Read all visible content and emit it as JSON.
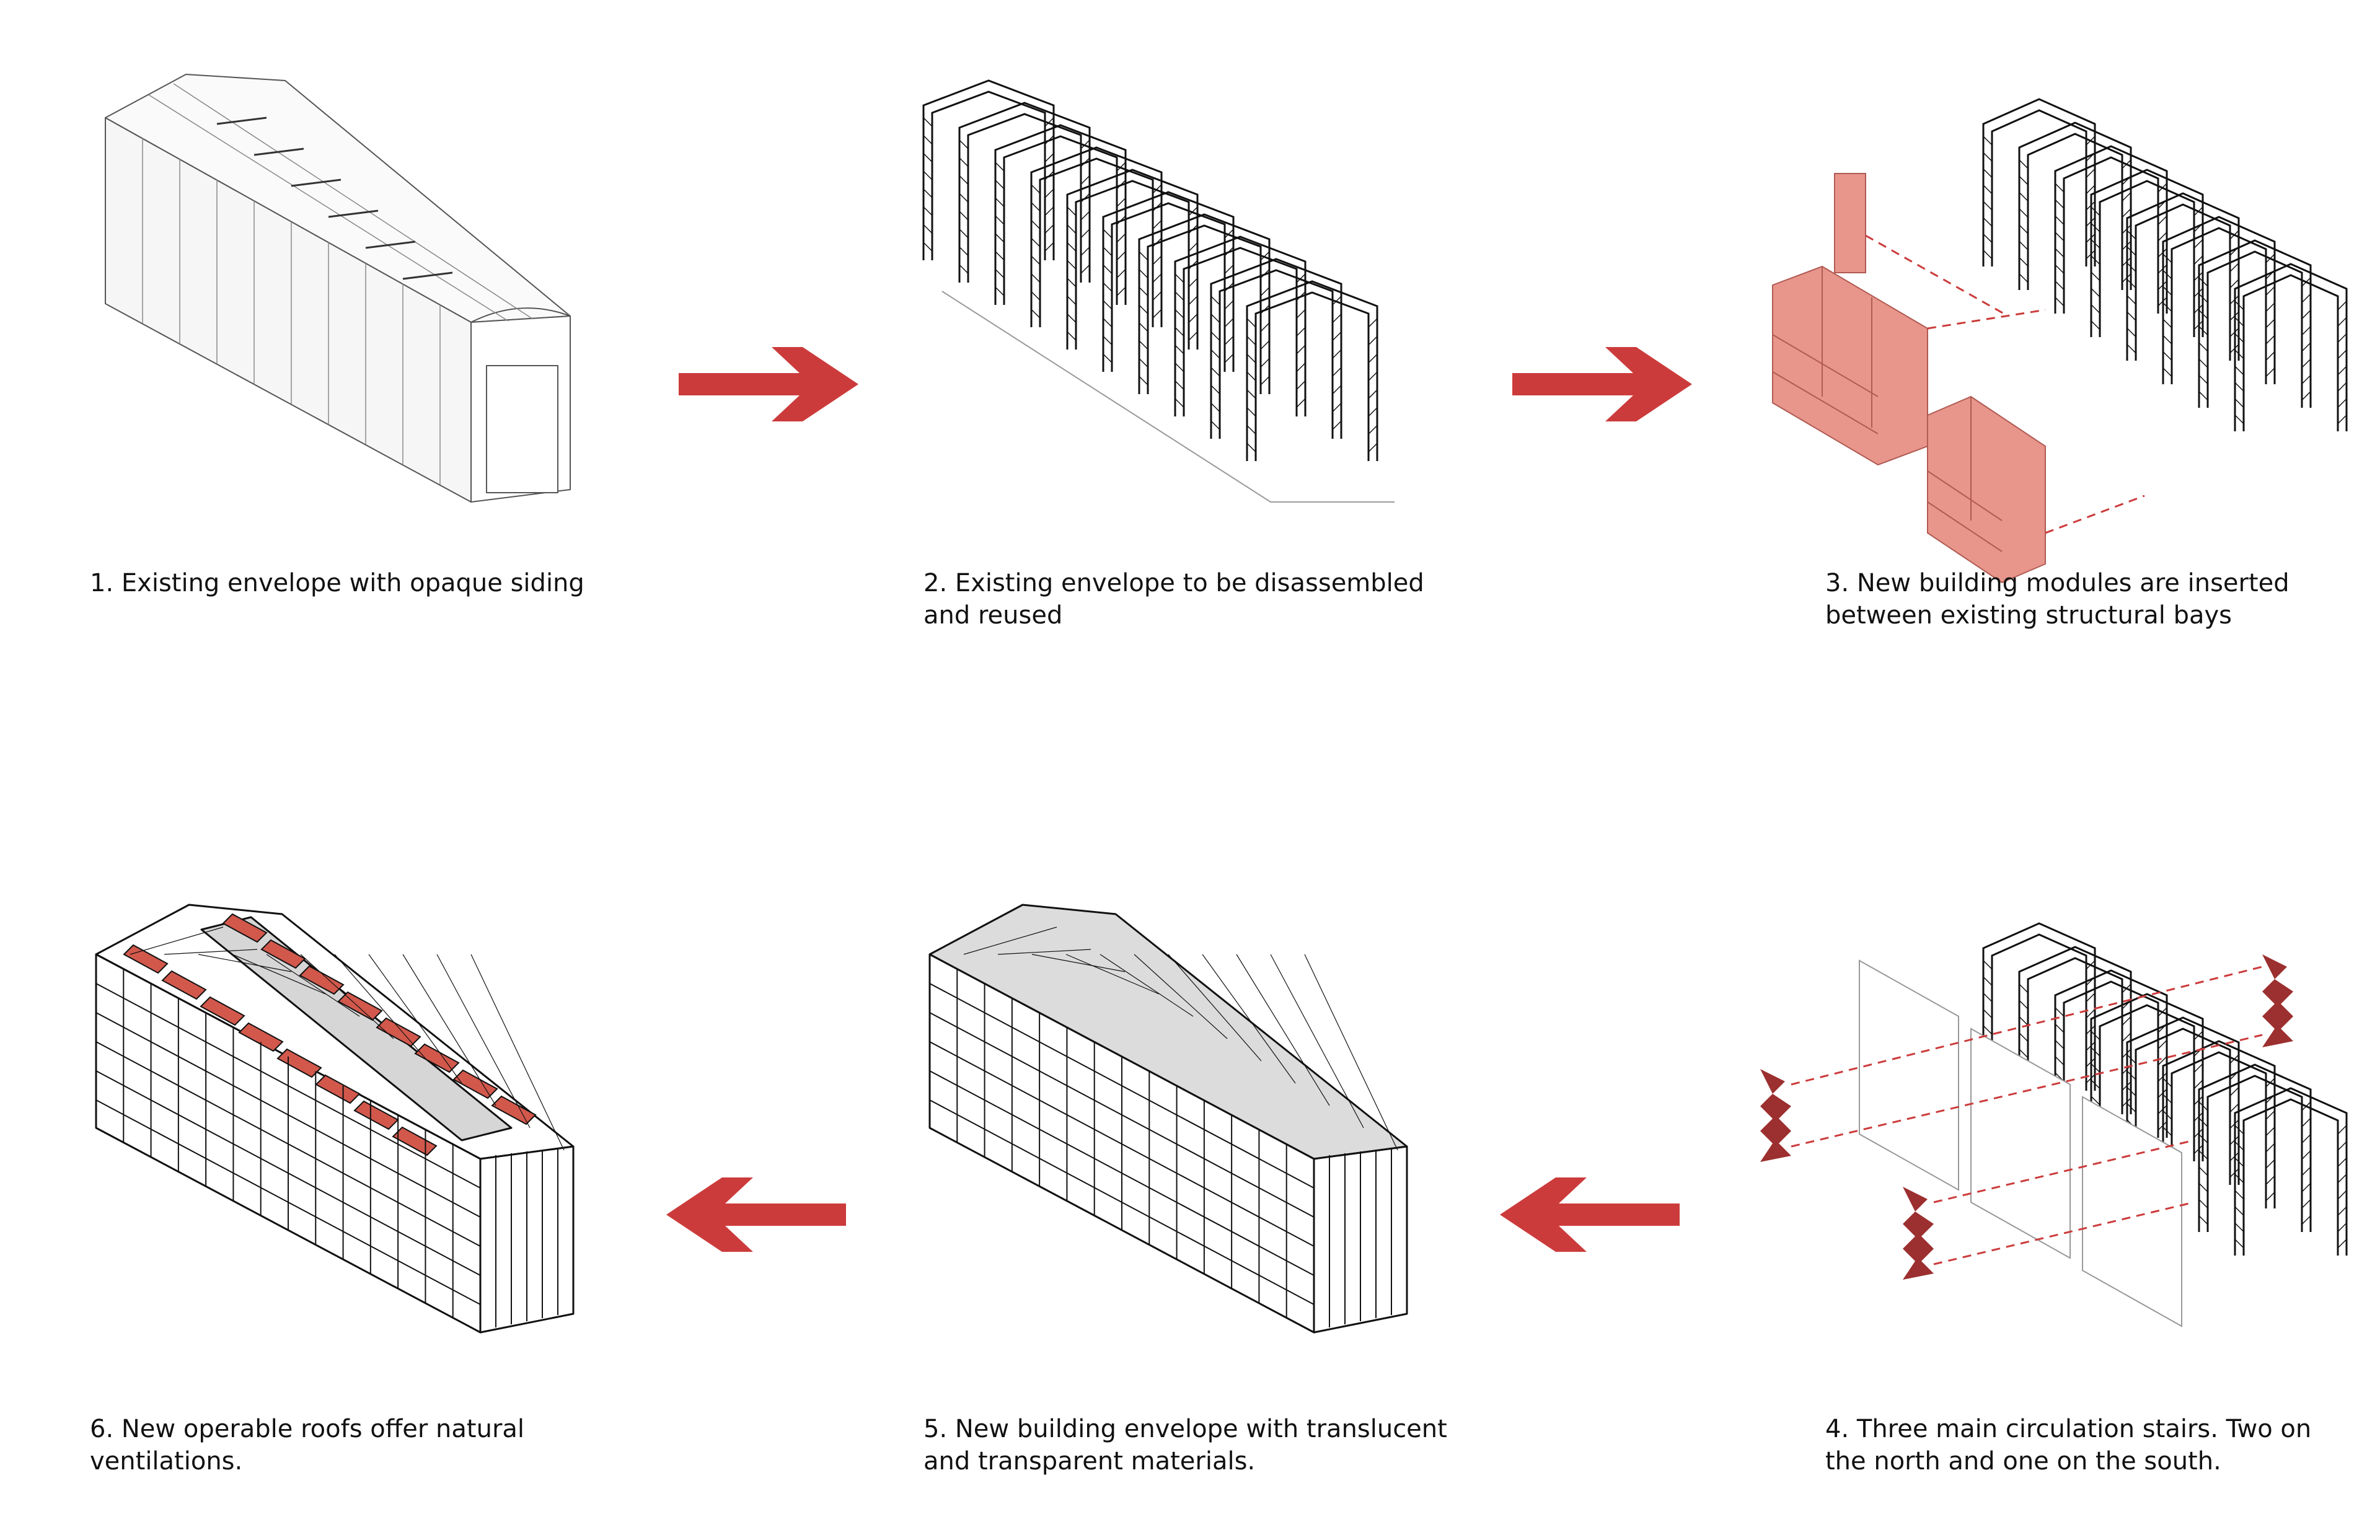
{
  "colors": {
    "accent": "#cc3b3b",
    "module_fill": "#e8968c",
    "stair_fill": "#9c2f2f",
    "line": "#111111",
    "light_line": "#9a9a9a"
  },
  "steps": [
    {
      "line1": "1. Existing envelope with opaque siding",
      "line2": ""
    },
    {
      "line1": "2. Existing envelope to be disassembled",
      "line2": "and reused"
    },
    {
      "line1": "3. New building modules are inserted",
      "line2": "between existing structural bays"
    },
    {
      "line1": "4. Three main circulation stairs. Two on",
      "line2": "the north and one on the south."
    },
    {
      "line1": "5. New building envelope with translucent",
      "line2": "and transparent materials."
    },
    {
      "line1": "6. New operable roofs offer natural",
      "line2": "ventilations."
    }
  ],
  "arrows": [
    {
      "direction": "right",
      "icon": "arrow-right-icon"
    },
    {
      "direction": "right",
      "icon": "arrow-right-icon"
    },
    {
      "direction": "left",
      "icon": "arrow-left-icon"
    },
    {
      "direction": "left",
      "icon": "arrow-left-icon"
    }
  ]
}
